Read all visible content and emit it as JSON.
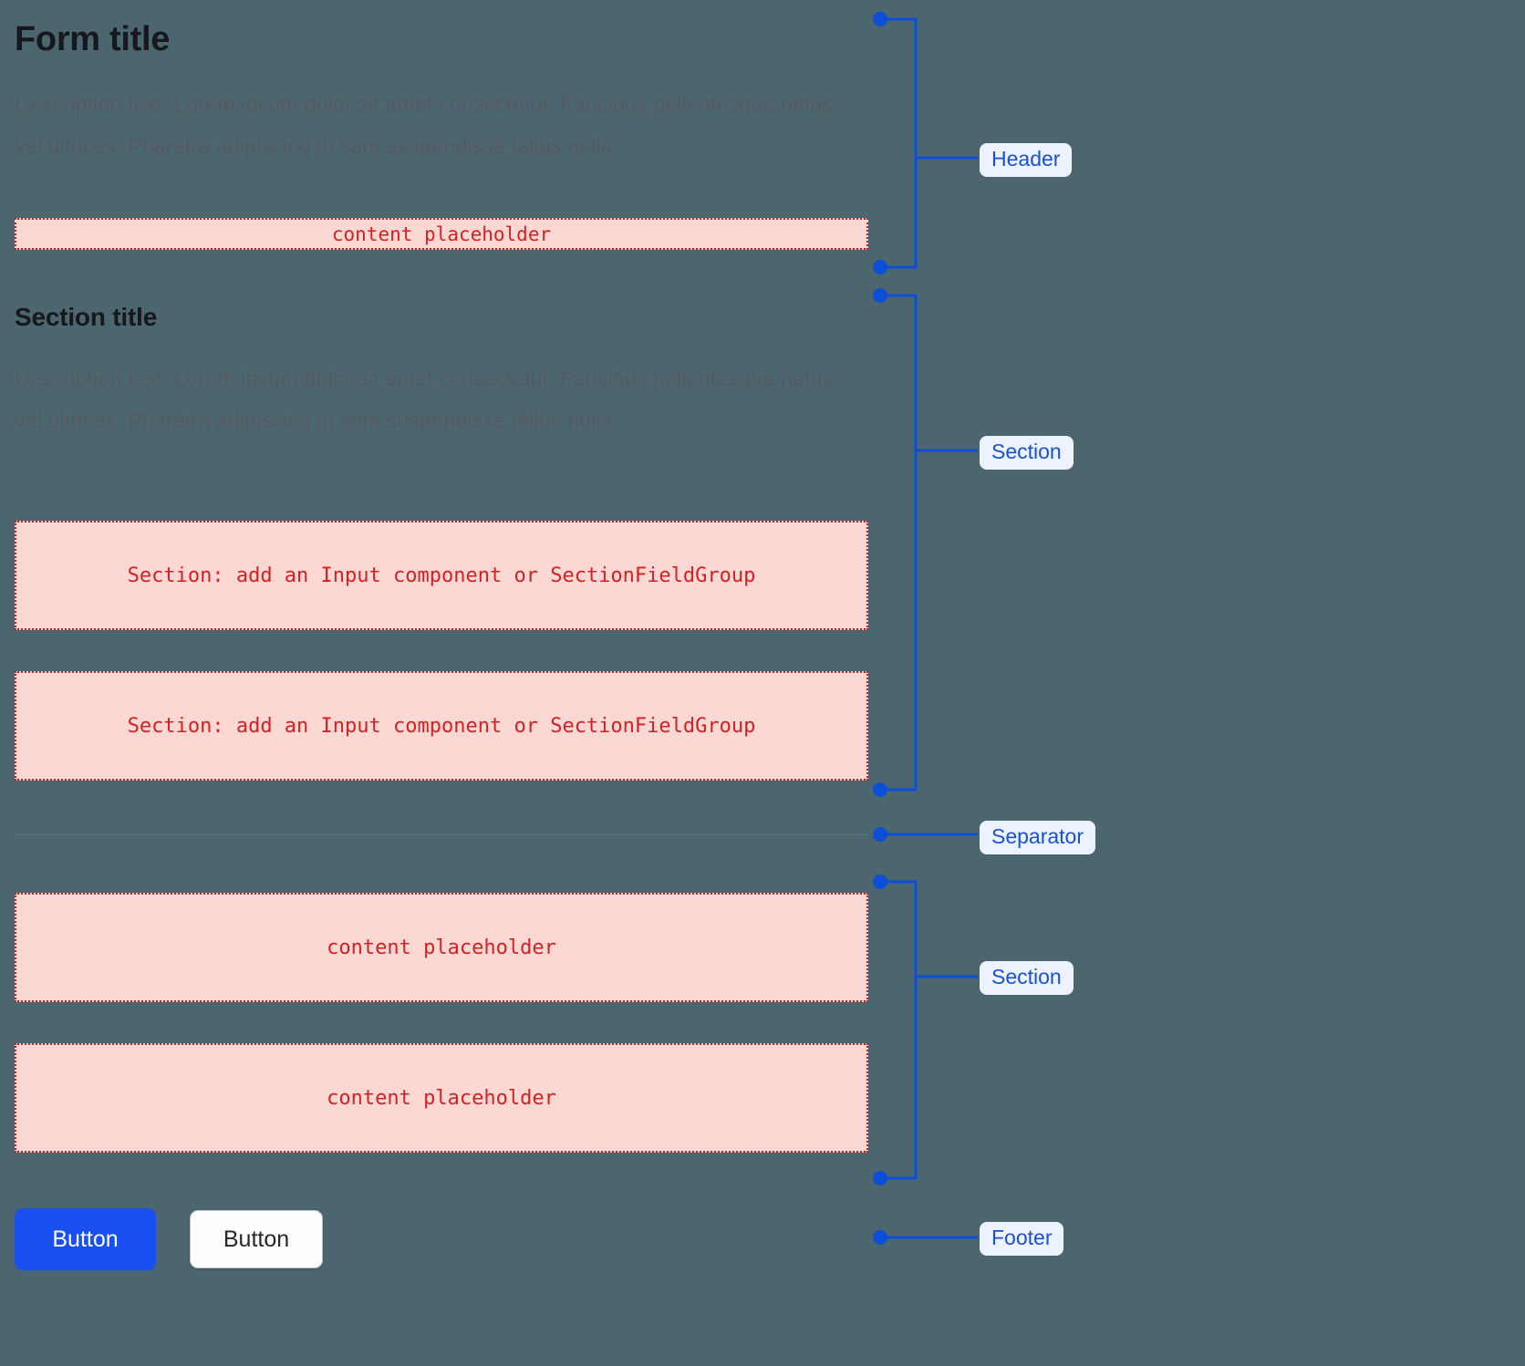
{
  "page": {
    "background_color": "#4c6670",
    "accent_blue": "#1a4fd6",
    "placeholder_fill": "#fcd8d5",
    "placeholder_border": "#c81e1e",
    "placeholder_text_color": "#d52121"
  },
  "header": {
    "title": "Form title",
    "description": "Description text. Lorem ipsum dolor sit amet consectetur. Faucibus pellentesque netus vel ultrices. Pharetra adipiscing in sem suspendisse tellus nulla.",
    "placeholder": "content placeholder"
  },
  "section": {
    "title": "Section title",
    "description": "Description text. Lorem ipsum dolor sit amet consectetur. Faucibus pellentesque netus vel ultrices. Pharetra adipiscing in sem suspendisse tellus nulla.",
    "field_placeholders": [
      "Section: add an Input component or SectionFieldGroup",
      "Section: add an Input component or SectionFieldGroup"
    ]
  },
  "content_section": {
    "placeholders": [
      "content placeholder",
      "content placeholder"
    ]
  },
  "footer": {
    "primary_button": "Button",
    "secondary_button": "Button"
  },
  "annotations": {
    "header": "Header",
    "section_top": "Section",
    "separator": "Separator",
    "section_bottom": "Section",
    "footer": "Footer"
  }
}
